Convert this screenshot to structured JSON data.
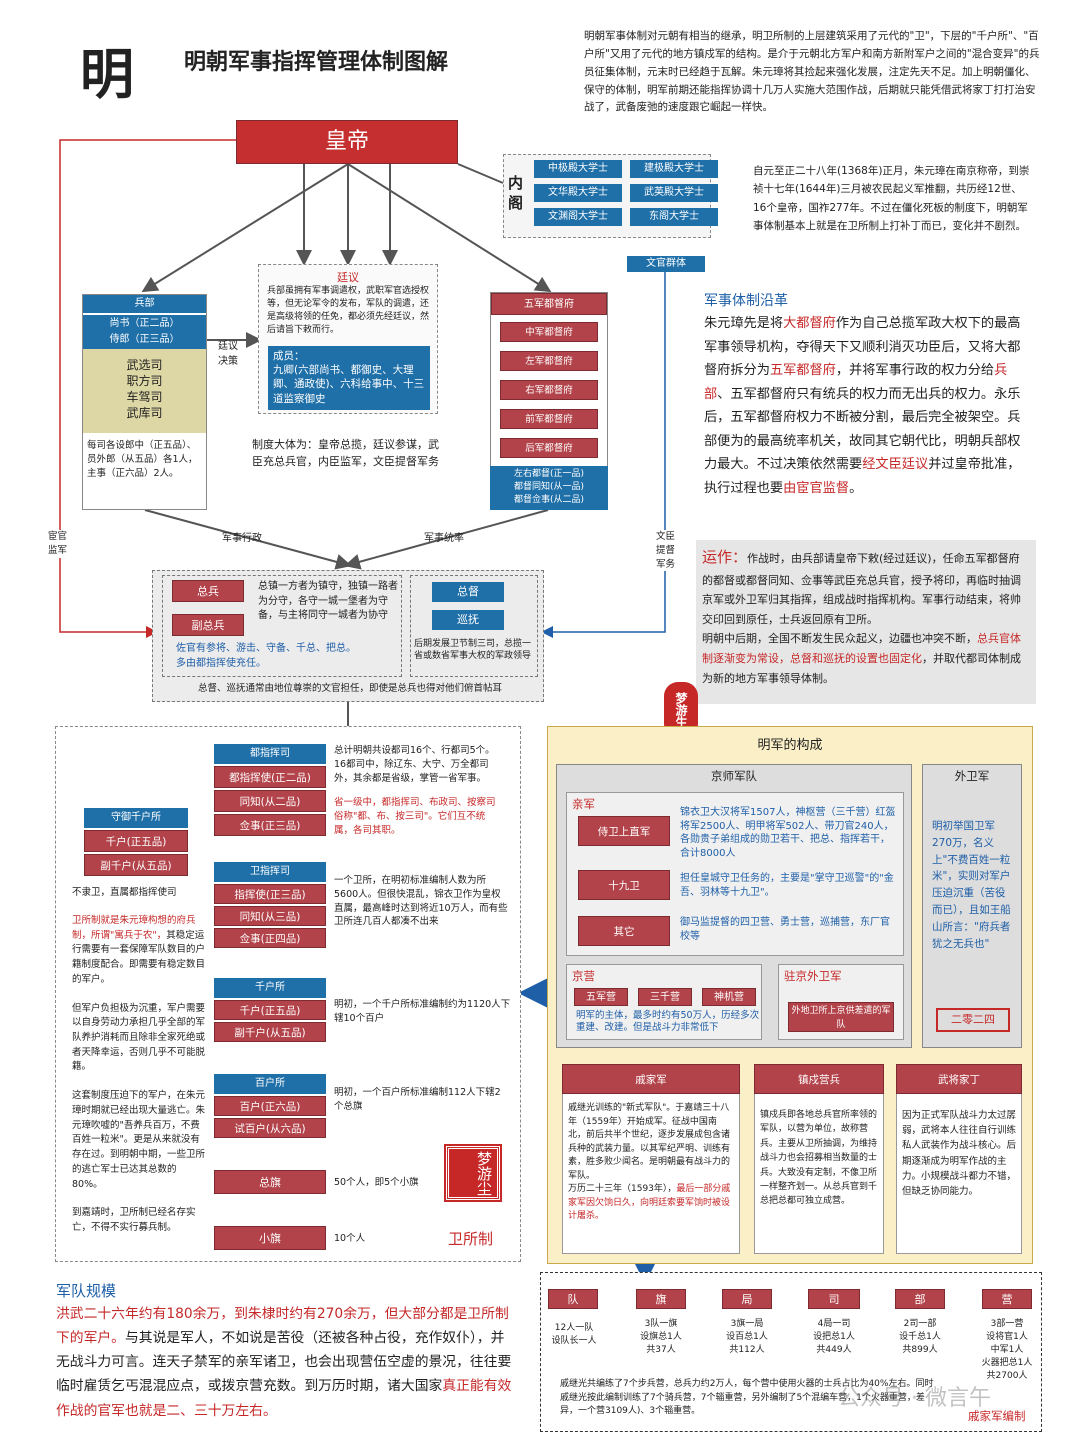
{
  "header": {
    "big_char": "明",
    "title": "明朝军事指挥管理体制图解"
  },
  "intro": "明朝军事体制对元朝有相当的继承，明卫所制的上层建筑采用了元代的\"卫\"，下层的\"千户所\"、\"百户所\"又用了元代的地方镇戍军的结构。是介于元朝北方军户和南方新附军户之间的\"混合变异\"的兵员征集体制，元末时已经趋于瓦解。朱元璋将其捡起来强化发展，注定先天不足。加上明朝僵化、保守的体制，明军前期还能指挥协调十几万人实施大范围作战，后期就只能凭借武将家丁打打治安战了，武备废弛的速度跟它崛起一样快。",
  "emperor": "皇帝",
  "neige": {
    "title": "内阁",
    "items": [
      "中极殿大学士",
      "建极殿大学士",
      "文华殿大学士",
      "武英殿大学士",
      "文渊阁大学士",
      "东阁大学士"
    ],
    "footer": "文官群体"
  },
  "reign_note": "自元至正二十八年(1368年)正月，朱元璋在南京称帝，到崇祯十七年(1644年)三月被农民起义军推翻，共历经12世、16个皇帝，国祚277年。不过在僵化死板的制度下，明朝军事体制基本上就是在卫所制上打补丁而已，变化并不剧烈。",
  "bingbu": {
    "title": "兵部",
    "officials": "尚书（正二品）\n侍郎（正三品）",
    "depts": [
      "武选司",
      "职方司",
      "车驾司",
      "武库司"
    ],
    "note": "每司各设郎中（正五品）、员外郎（从五品）各1人，主事（正六品）2人。"
  },
  "tingyi": {
    "title": "廷议",
    "text": "兵部虽拥有军事调遣权，武职军官选授权等，但无论军令的发布，军队的调遣，还是高级将领的任免，都必须先经廷议，然后请旨下敕而行。",
    "members_title": "成员：",
    "members": "九卿(六部尚书、都御史、大理卿、通政使)、六科给事中、十三道监察御史",
    "arrow_label": "廷议\n决策"
  },
  "system_note": "制度大体为：皇帝总揽，廷议参谋，武臣充总兵官，内臣监军，文臣提督军务",
  "wujun": {
    "title": "五军都督府",
    "items": [
      "中军都督府",
      "左军都督府",
      "右军都督府",
      "前军都督府",
      "后军都督府"
    ],
    "officials": "左右都督(正一品)\n都督同知(从一品)\n都督佥事(从二品)"
  },
  "side_labels": {
    "eunuch": "宦官\n监军",
    "civil": "文臣\n提督\n军务",
    "admin": "军事行政",
    "command": "军事统率"
  },
  "reform": {
    "title": "军事体制沿革",
    "p1": "朱元璋先是将",
    "h1": "大都督府",
    "p2": "作为自己总揽军政大权下的最高军事领导机构，夺得天下又顺利消灭功臣后，又将大都督府拆分为",
    "h2": "五军都督府",
    "p3": "，并将军事行政的权力分给",
    "h3": "兵部",
    "p4": "、五军都督府只有统兵的权力而无出兵的权力。永乐后，五军都督府权力不断被分割，最后完全被架空。兵部便为的最高统率机关，故同其它朝代比，明朝兵部权力最大。不过决策依然需要",
    "h4": "经文臣廷议",
    "p5": "并过皇帝批准，执行过程也要",
    "h5": "由宦官监督",
    "p6": "。"
  },
  "yunzuo": {
    "title": "运作：",
    "text": "作战时，由兵部请皇帝下敕(经过廷议)，任命五军都督府的都督或都督同知、佥事等武臣充总兵官，授予将印，再临时抽调京军或外卫军归其指挥，组成战时指挥机构。军事行动结束，将帅交印回到原任，士兵返回原有卫所。",
    "p2a": "明朝中后期，全国不断发生民众起义，边疆也冲突不断，",
    "p2h": "总兵官体制逐渐变为常设，总督和巡抚的设置也固定化",
    "p2b": "，并取代都司体制成为新的地方军事领导体制。"
  },
  "zongbing": {
    "b1": "总兵",
    "b2": "副总兵",
    "desc": "总镇一方者为镇守，独镇一路者为分守，各守一城一堡者为守备，与主将同守一城者为协守",
    "sub": "佐官有参将、游击、守备、千总、把总。\n多由都指挥使充任。",
    "zongdu": "总督",
    "xunfu": "巡抚",
    "zd_note": "后期发展卫节制三司，总揽一省或数省军事大权的军政领导",
    "footer": "总督、巡抚通常由地位尊崇的文官担任，即使是总兵也得对他们俯首帖耳"
  },
  "weisuo": {
    "title": "卫所制",
    "n1": "都指挥司",
    "n1a": "都指挥使(正二品)",
    "n1b": "同知(从二品)",
    "n1c": "佥事(正三品)",
    "n1note": "总计明朝共设都司16个、行都司5个。16都司中，除辽东、大宁、万全都司外，其余都是省级，掌管一省军事。",
    "n1note2": "省一级中，都指挥司、布政司、按察司俗称\"都、布、按三司\"。它们互不统属，各司其职。",
    "n2": "卫指挥司",
    "n2a": "指挥使(正三品)",
    "n2b": "同知(从三品)",
    "n2c": "佥事(正四品)",
    "n2note": "一个卫所，在明初标准编制人数为所5600人。但很快混乱，锦衣卫作为皇权直属，最高峰时达到将近10万人，而有些卫所连几百人都凑不出来",
    "n3": "千户所",
    "n3a": "千户(正五品)",
    "n3b": "副千户(从五品)",
    "n3note": "明初，一个千户所标准编制约为1120人下辖10个百户",
    "n4": "百户所",
    "n4a": "百户(正六品)",
    "n4b": "试百户(从六品)",
    "n4note": "明初，一个百户所标准编制112人下辖2个总旗",
    "n5": "总旗",
    "n5note": "50个人，即5个小旗",
    "n6": "小旗",
    "n6note": "10个人",
    "shouyu": "守御千户所",
    "sy1": "千户(正五品)",
    "sy2": "副千户(从五品)",
    "sy_note": "不隶卫，直属都指挥使司",
    "left1": "卫所制就是朱元璋构想的府兵制，所谓\"寓兵于农\"，",
    "left1b": "其稳定运行需要有一套保障军队数目的户籍制度配合。即需要有稳定数目的军户。",
    "left2": "但军户负担极为沉重，军户需要以自身劳动力承担几乎全部的军队养护消耗而且除非全家死绝或者天降幸运，否则几乎不可能脱籍。",
    "left3": "这套制度压迫下的军户，在朱元璋时期就已经出现大量逃亡。朱元璋吹嘘的\"吾养兵百万，不费百姓一粒米\"。更是从来就没有存在过。到明朝中期，一些卫所的逃亡军士已达其总数的80%。",
    "left4": "到嘉靖时，卫所制已经名存实亡，不得不实行募兵制。"
  },
  "scale": {
    "title": "军队规模",
    "r1": "洪武二十六年约有180余万，到朱棣时约有270余万，但大部分都是卫所制下的军户。",
    "b1": "与其说是军人，不如说是苦役（还被各种占役，充作奴仆），并无战斗力可言。连天子禁军的亲军诸卫，也会出现营伍空虚的景况，往往要临时雇赁乞丐混混应点，或拨京营充数。到万历时期，诸大国家",
    "r2": "真正能有效作战的官军也就是二、三十万左右。"
  },
  "mingjun": {
    "title": "明军的构成",
    "jingshi": "京师军队",
    "qinjun": "亲军",
    "q1": "侍卫上直军",
    "q1d": "锦衣卫大汉将军1507人，神枢营（三千营）红盔将军2500人、明甲将军502人、带刀官240人，各勋贵子弟组成的勋卫若干、把总、指挥若干，合计8000人",
    "q2": "十九卫",
    "q2d": "担任皇城守卫任务的，主要是\"掌守卫巡警\"的\"金吾、羽林等十九卫\"。",
    "q3": "其它",
    "q3d": "御马监提督的四卫营、勇士营，巡捕营，东厂官校等",
    "jingying": "京营",
    "j1": "五军营",
    "j2": "三千营",
    "j3": "神机营",
    "jnote": "明军的主体，最多时约有50万人，历经多次重建、改建。但是战斗力非常低下",
    "zhujing": "驻京外卫军",
    "zj1": "外地卫所上京供差遣的军队",
    "waiwei": "外卫军",
    "ww_text": "明初举国卫军270万，名义上\"不费百姓一粒米\"，实则对军户压迫沉重（苦役而已），且如王船山所言：\"府兵者犹之无兵也\"",
    "ww_stamp": "二零二四"
  },
  "bottom3": {
    "qi": "戚家军",
    "qi_text": "戚继光训练的\"新式军队\"。于嘉靖三十八年（1559年）开始成军。征战中国南北，前后共半个世纪，逐步发展成包含诸兵种的武装力量。以其军纪严明、训练有素，胜多败少闻名。是明朝最有战斗力的军队。",
    "qi_text2a": "万历二十三年（1593年），",
    "qi_text2b": "最后一部分戚家军因欠饷日久，向明廷索要军饷时被设计屠杀。",
    "zhen": "镇戍营兵",
    "zhen_text": "镇戍兵即各地总兵官所率领的军队，以营为单位，故称营兵。主要从卫所抽调，为维持战斗力也会招募相当数量的士兵。大致没有定制，不像卫所一样整齐划一。从总兵官到千总把总都可独立成营。",
    "wu": "武将家丁",
    "wu_text": "因为正式军队战斗力太过孱弱，武将本人往往自行训练私人武装作为战斗核心。后期逐渐成为明军作战的主力。小规模战斗都力不错，但缺乏协同能力。"
  },
  "qijia_org": {
    "units": [
      "队",
      "旗",
      "局",
      "司",
      "部",
      "营"
    ],
    "descs": [
      "12人一队\n设队长一人",
      "3队一旗\n设旗总1人\n共37人",
      "3旗一局\n设百总1人\n共112人",
      "4局一司\n设把总1人\n共449人",
      "2司一部\n设千总1人\n共899人",
      "3部一营\n设将官1人\n中军1人\n火器把总1人\n共2700人"
    ],
    "note": "戚继光共编练了7个步兵营，总兵力约2万人，每个营中使用火器的士兵占比为40%左右。同时戚继光按此编制训练了7个骑兵营，7个辎重营，另外编制了5个混编车营，1个火器重营，差异，一个营3109人)、3个辎重营。",
    "caption": "戚家军编制"
  },
  "stamps": {
    "s1": "梦游生",
    "s2": "梦游尘"
  },
  "watermark": "公众号 · 微言午"
}
